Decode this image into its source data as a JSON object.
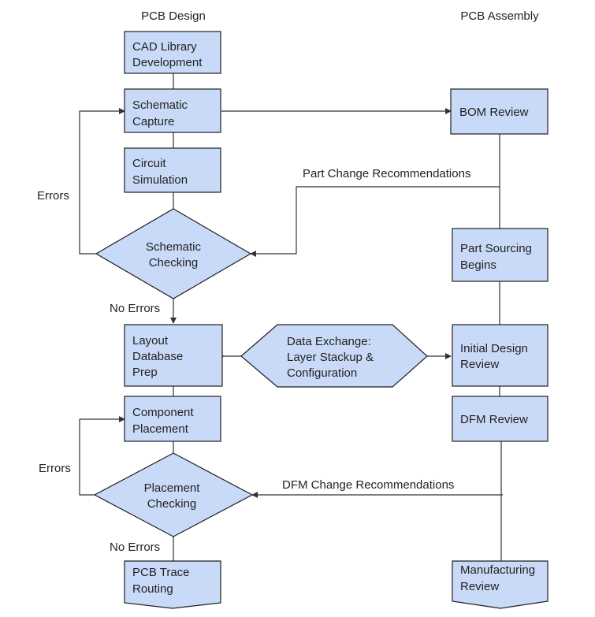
{
  "columns": {
    "left_title": "PCB Design",
    "right_title": "PCB Assembly"
  },
  "nodes": {
    "cad_library": [
      "CAD Library",
      "Development"
    ],
    "schematic_capture": [
      "Schematic",
      "Capture"
    ],
    "circuit_simulation": [
      "Circuit",
      "Simulation"
    ],
    "schematic_checking": [
      "Schematic",
      "Checking"
    ],
    "layout_prep": [
      "Layout",
      "Database",
      "Prep"
    ],
    "data_exchange": [
      "Data Exchange:",
      "Layer Stackup &",
      "Configuration"
    ],
    "component_placement": [
      "Component",
      "Placement"
    ],
    "placement_checking": [
      "Placement",
      "Checking"
    ],
    "pcb_trace_routing": [
      "PCB Trace",
      "Routing"
    ],
    "bom_review": [
      "BOM Review"
    ],
    "part_sourcing": [
      "Part Sourcing",
      "Begins"
    ],
    "initial_design_review": [
      "Initial Design",
      "Review"
    ],
    "dfm_review": [
      "DFM Review"
    ],
    "manufacturing_review": [
      "Manufacturing",
      "Review"
    ]
  },
  "edge_labels": {
    "errors_1": "Errors",
    "no_errors_1": "No Errors",
    "errors_2": "Errors",
    "no_errors_2": "No Errors",
    "part_change": "Part Change Recommendations",
    "dfm_change": "DFM Change Recommendations"
  },
  "colors": {
    "node_fill": "#c9daf8",
    "node_stroke": "#1f1f1f",
    "edge": "#333333"
  }
}
